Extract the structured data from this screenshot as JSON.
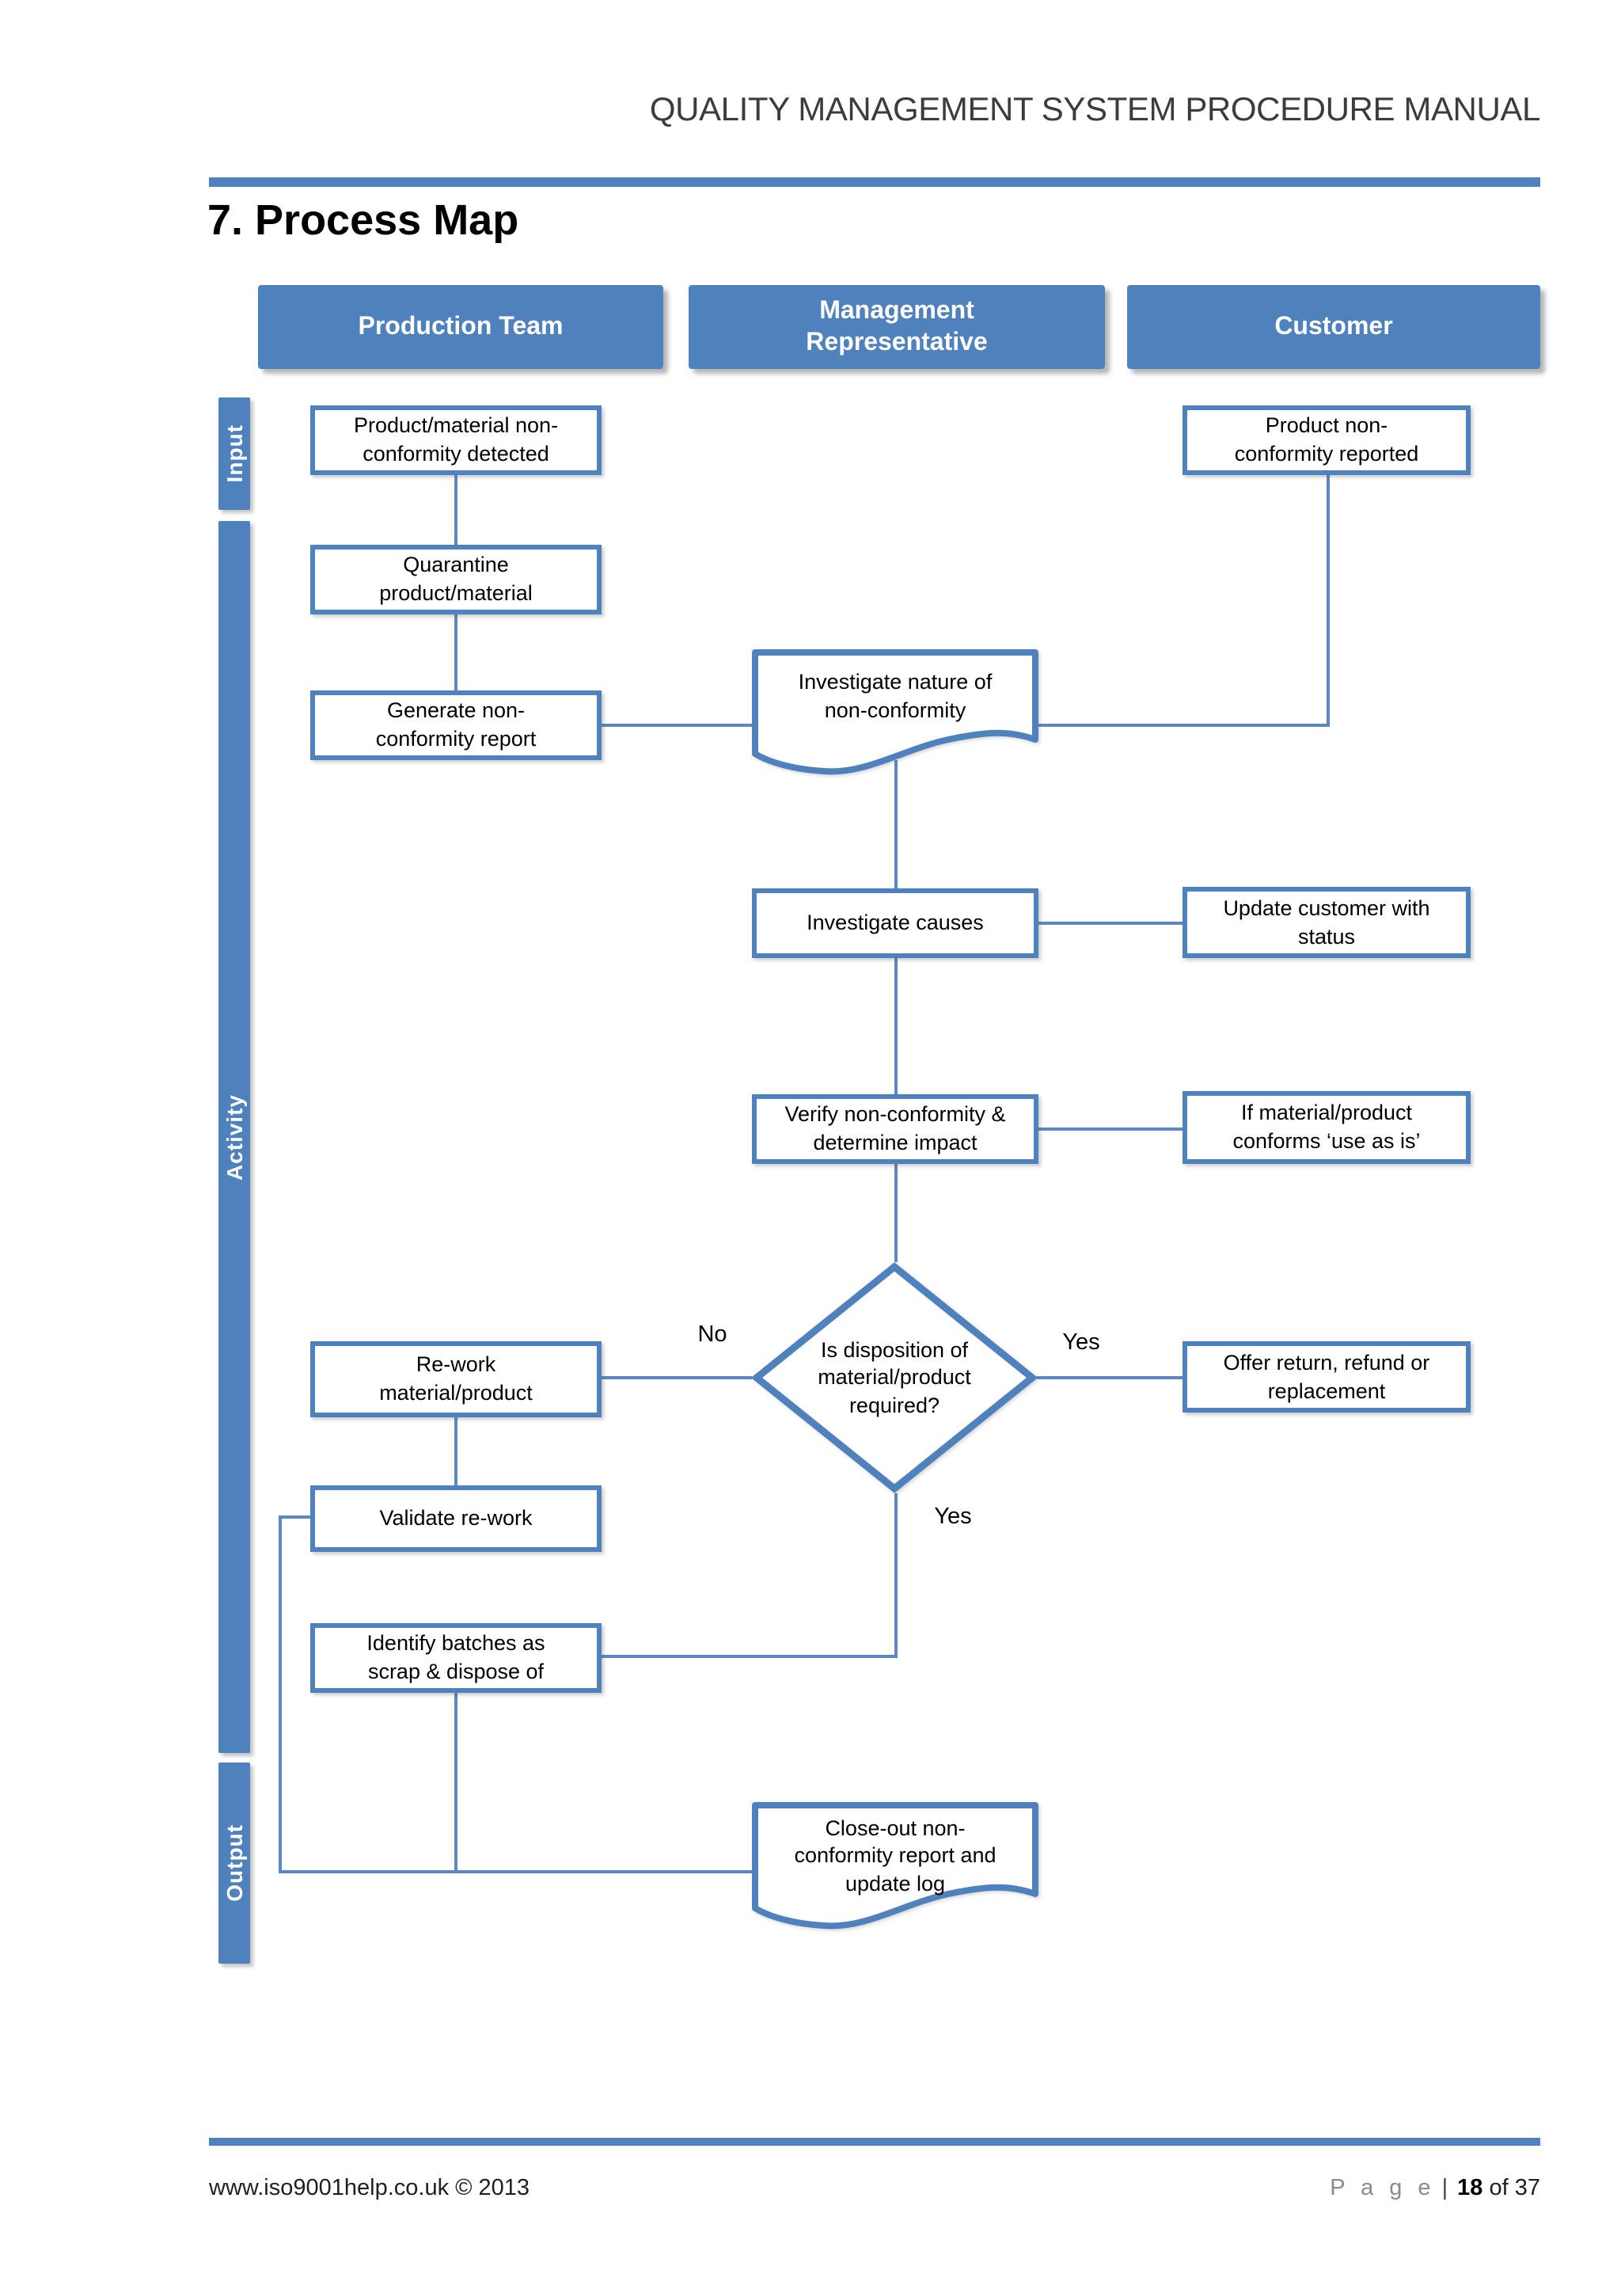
{
  "page": {
    "header_title": "QUALITY MANAGEMENT SYSTEM PROCEDURE MANUAL",
    "section_title": "7. Process Map",
    "footer": {
      "site": "www.iso9001help.co.uk © 2013",
      "page_word": "P a g e",
      "separator": "|",
      "page_number": "18",
      "page_total": "of 37"
    }
  },
  "swimlanes": {
    "columns": [
      "Production Team",
      "Management Representative",
      "Customer"
    ],
    "rows": [
      "Input",
      "Activity",
      "Output"
    ]
  },
  "flowchart": {
    "nodes": {
      "nc_detected": {
        "label": "Product/material non-conformity detected",
        "shape": "process"
      },
      "quarantine": {
        "label": "Quarantine product/material",
        "shape": "process"
      },
      "generate_report": {
        "label": "Generate non-conformity report",
        "shape": "process"
      },
      "investigate_nature": {
        "label": "Investigate nature of non-conformity",
        "shape": "document"
      },
      "investigate_causes": {
        "label": "Investigate causes",
        "shape": "process"
      },
      "verify_impact": {
        "label": "Verify non-conformity & determine impact",
        "shape": "process"
      },
      "disposition_decision": {
        "label": "Is disposition of material/product required?",
        "shape": "decision"
      },
      "rework": {
        "label": "Re-work material/product",
        "shape": "process"
      },
      "validate_rework": {
        "label": "Validate re-work",
        "shape": "process"
      },
      "scrap": {
        "label": "Identify batches as scrap & dispose of",
        "shape": "process"
      },
      "closeout": {
        "label": "Close-out non-conformity report and update log",
        "shape": "document"
      },
      "nc_reported": {
        "label": "Product non-conformity reported",
        "shape": "process"
      },
      "update_customer": {
        "label": "Update customer with status",
        "shape": "process"
      },
      "use_as_is": {
        "label": "If material/product conforms ‘use as is’",
        "shape": "process"
      },
      "offer_return": {
        "label": "Offer return, refund or replacement",
        "shape": "process"
      }
    },
    "edge_labels": {
      "no": "No",
      "yes": "Yes",
      "yes_down": "Yes"
    }
  },
  "colors": {
    "accent_blue": "#4f81bd",
    "connector_blue": "#5c88bf",
    "text_black": "#000000",
    "footer_gray": "#8a8a8a"
  }
}
